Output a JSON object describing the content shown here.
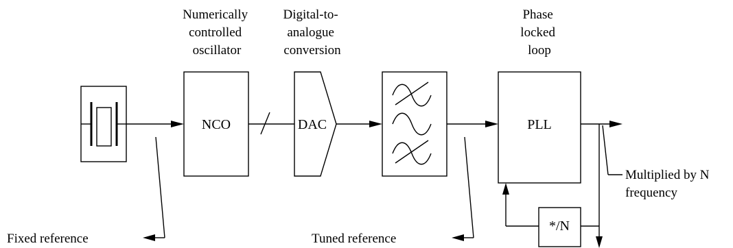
{
  "blocks": {
    "nco": {
      "caption": [
        "Numerically",
        "controlled",
        "oscillator"
      ],
      "label": "NCO"
    },
    "dac": {
      "caption": [
        "Digital-to-",
        "analogue",
        "conversion"
      ],
      "label": "DAC"
    },
    "pll": {
      "caption": [
        "Phase",
        "locked",
        "loop"
      ],
      "label": "PLL"
    },
    "divider": {
      "label": "*/N"
    }
  },
  "annotations": {
    "fixed_reference": "Fixed reference",
    "tuned_reference": "Tuned reference",
    "output": [
      "Multiplied by N",
      "frequency"
    ]
  },
  "icons": {
    "crystal": "crystal-oscillator-icon",
    "filter": "filter-bank-icon"
  }
}
